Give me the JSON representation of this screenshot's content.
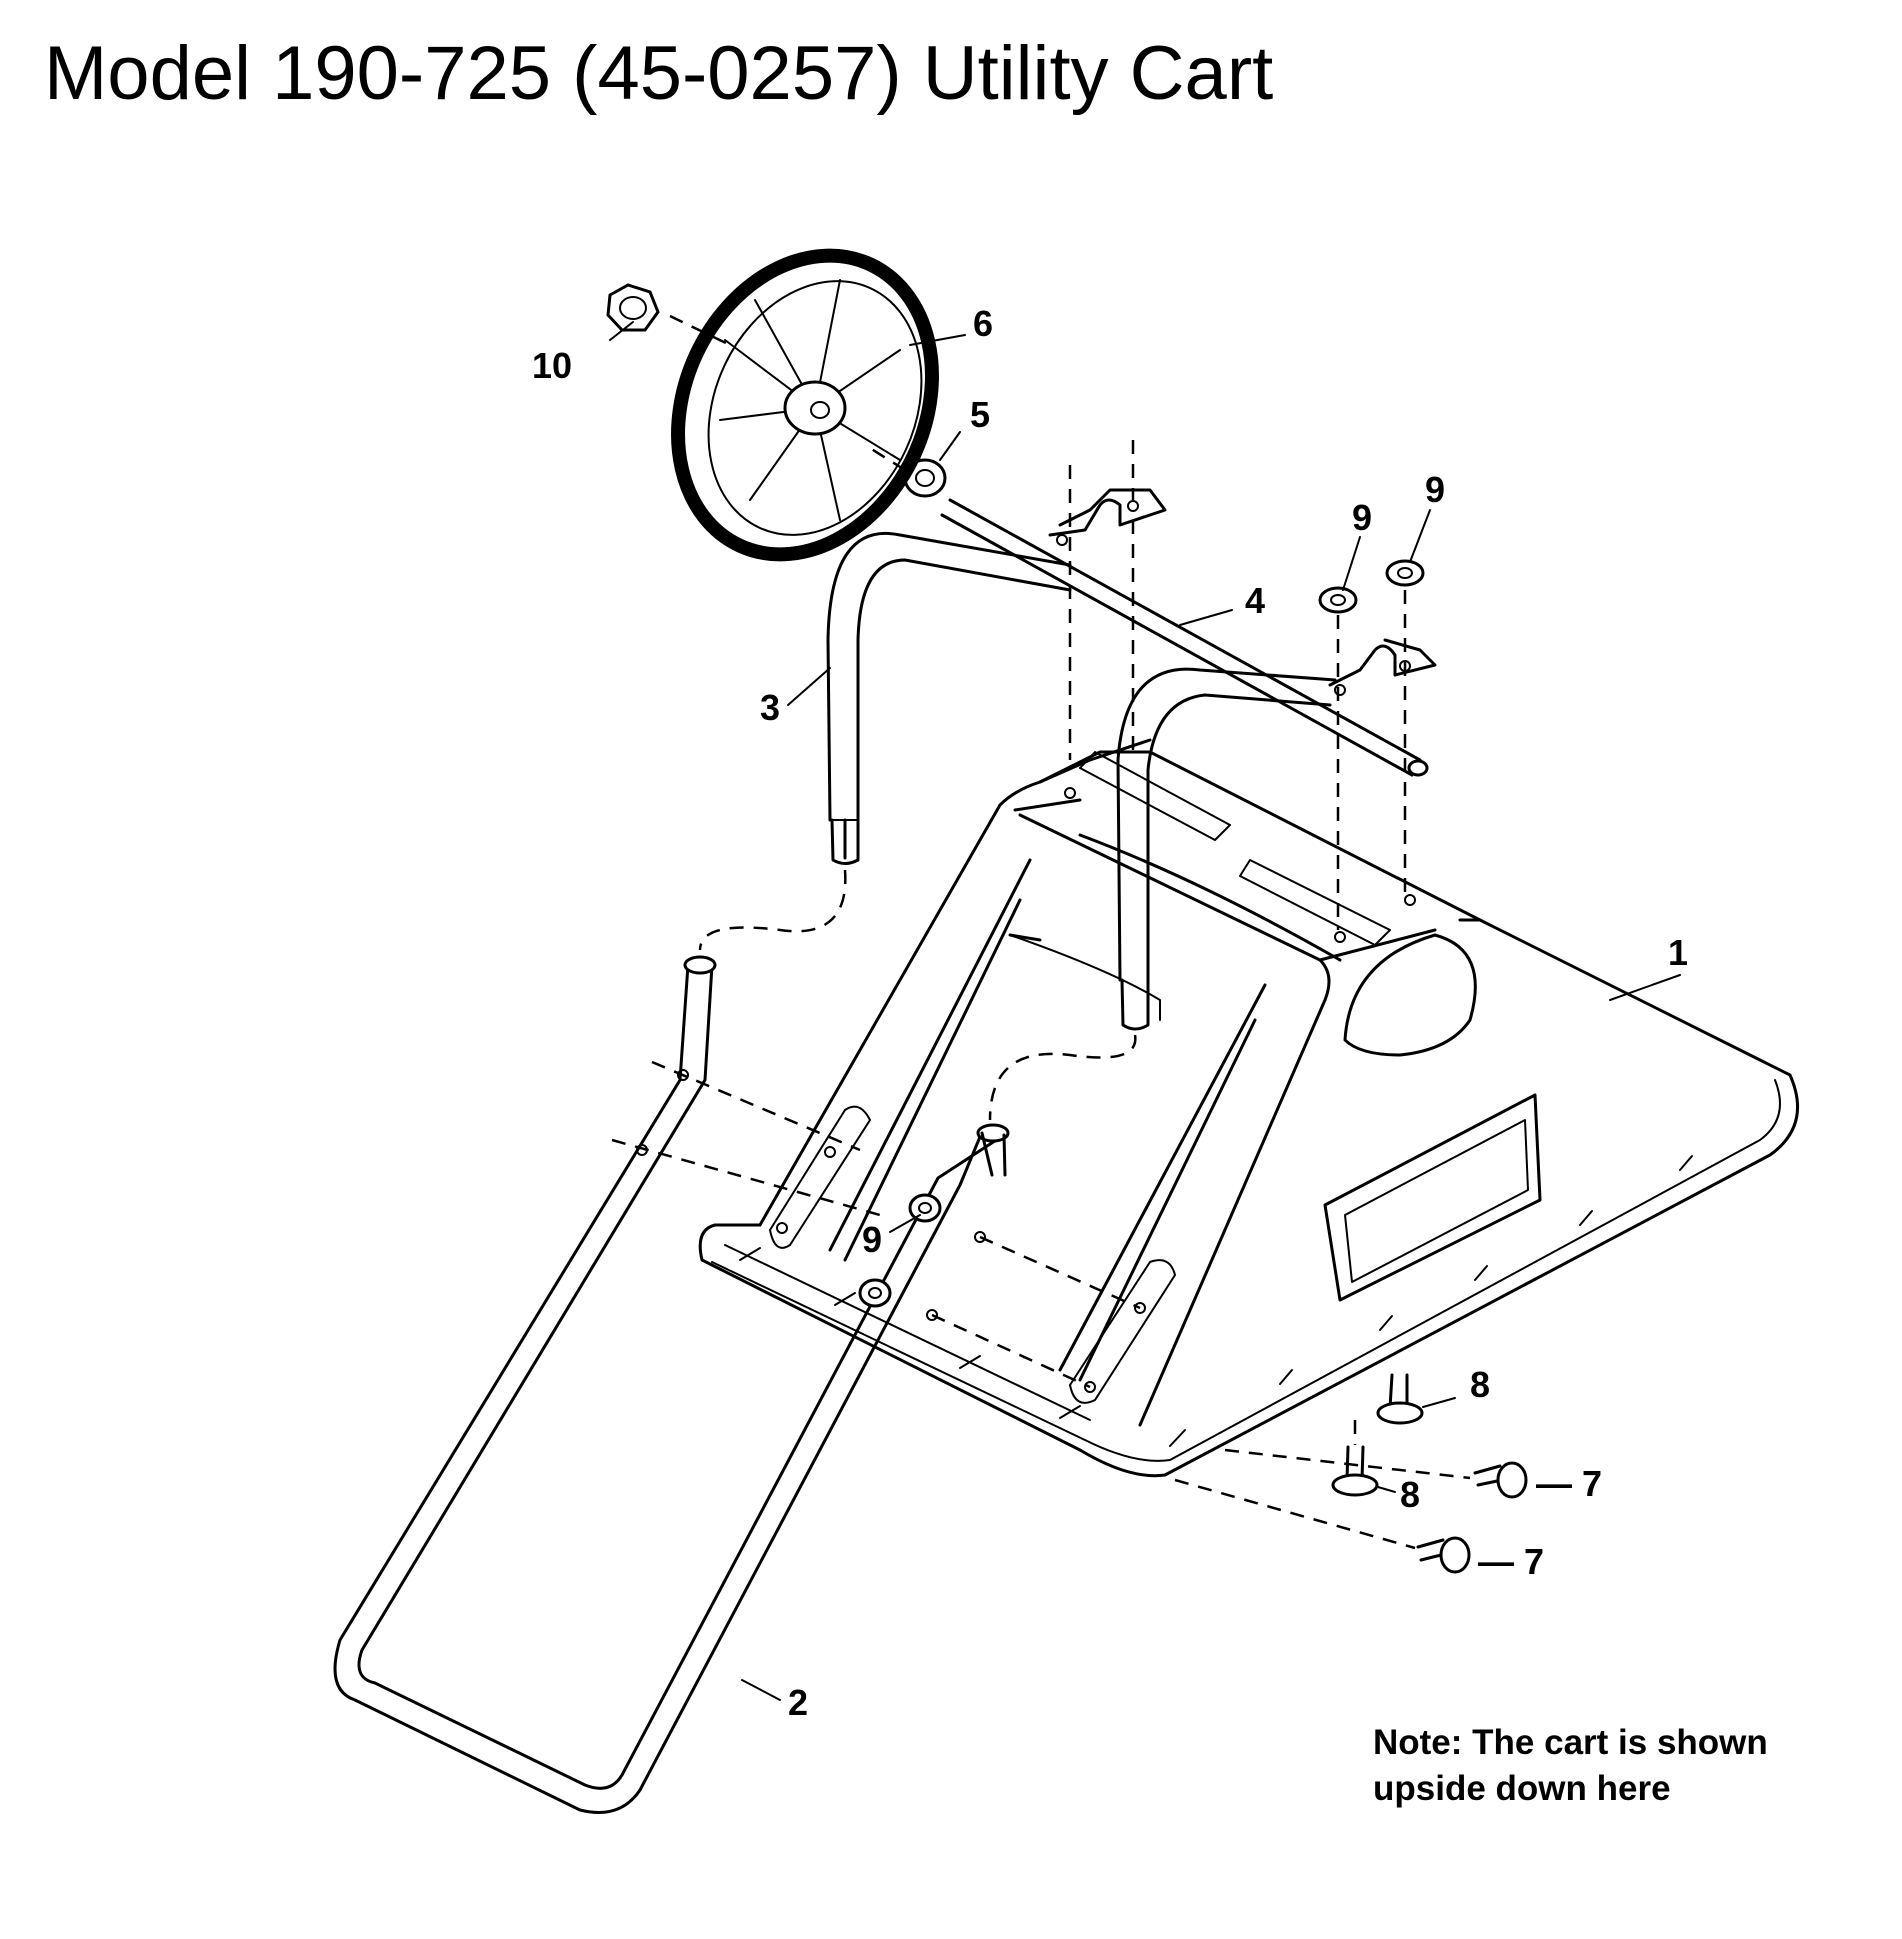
{
  "title": "Model 190-725 (45-0257)  Utility Cart",
  "note": {
    "line1": "Note: The cart is shown",
    "line2": "upside down here"
  },
  "callouts": {
    "c1": "1",
    "c2": "2",
    "c3": "3",
    "c4": "4",
    "c5": "5",
    "c6": "6",
    "c7a": "— 7",
    "c7b": "— 7",
    "c8a": "8",
    "c8b": "8",
    "c9a": "9",
    "c9b": "9",
    "c9c": "9",
    "c10": "10"
  }
}
